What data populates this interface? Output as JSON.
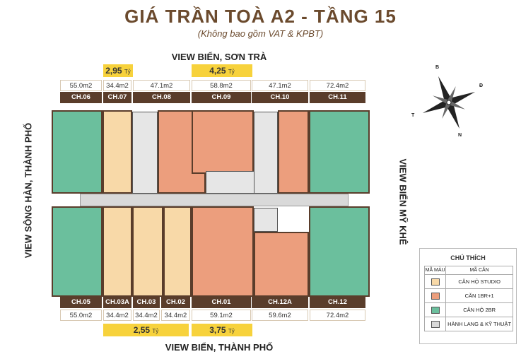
{
  "header": {
    "title": "GIÁ TRẦN TOÀ A2 - TẦNG 15",
    "subtitle": "(Không bao gồm VAT & KPBT)"
  },
  "views": {
    "top": "VIEW BIỂN, SƠN TRÀ",
    "bottom": "VIEW BIỂN, THÀNH PHỐ",
    "left": "VIEW SÔNG HÀN, THÀNH PHỐ",
    "right": "VIEW BIỂN MỸ KHÊ"
  },
  "prices": {
    "ch07": {
      "value": "2,95",
      "unit": "Tỷ"
    },
    "ch09": {
      "value": "4,25",
      "unit": "Tỷ"
    },
    "ch03": {
      "value": "2,55",
      "unit": "Tỷ"
    },
    "ch01": {
      "value": "3,75",
      "unit": "Tỷ"
    }
  },
  "top_units": [
    {
      "code": "CH.06",
      "area": "55.0m2",
      "type": "2br"
    },
    {
      "code": "CH.07",
      "area": "34.4m2",
      "type": "studio"
    },
    {
      "code": "CH.08",
      "area": "47.1m2",
      "type": "1br"
    },
    {
      "code": "CH.09",
      "area": "58.8m2",
      "type": "1br"
    },
    {
      "code": "CH.10",
      "area": "47.1m2",
      "type": "1br"
    },
    {
      "code": "CH.11",
      "area": "72.4m2",
      "type": "2br"
    }
  ],
  "bottom_units": [
    {
      "code": "CH.05",
      "area": "55.0m2",
      "type": "2br"
    },
    {
      "code": "CH.03A",
      "area": "34.4m2",
      "type": "studio"
    },
    {
      "code": "CH.03",
      "area": "34.4m2",
      "type": "studio"
    },
    {
      "code": "CH.02",
      "area": "34.4m2",
      "type": "studio"
    },
    {
      "code": "CH.01",
      "area": "59.1m2",
      "type": "1br"
    },
    {
      "code": "CH.12A",
      "area": "59.6m2",
      "type": "1br"
    },
    {
      "code": "CH.12",
      "area": "72.4m2",
      "type": "2br"
    }
  ],
  "compass": {
    "n": "B",
    "e": "Đ",
    "s": "N",
    "w": "T"
  },
  "legend": {
    "title": "CHÚ THÍCH",
    "col_color": "MÃ MÀU",
    "col_name": "MÃ CĂN",
    "items": [
      {
        "label": "CĂN HỘ STUDIO",
        "color": "#f8d9a8"
      },
      {
        "label": "CĂN 1BR+1",
        "color": "#ec9e7d"
      },
      {
        "label": "CĂN HỘ 2BR",
        "color": "#6bbf9d"
      },
      {
        "label": "HÀNH LANG & KỸ THUẬT",
        "color": "#d9d9d9"
      }
    ]
  },
  "colors": {
    "studio": "#f8d9a8",
    "br1": "#ec9e7d",
    "br2": "#6bbf9d",
    "corridor": "#d9d9d9",
    "brand": "#6b4a2d",
    "price": "#f7d23c"
  }
}
